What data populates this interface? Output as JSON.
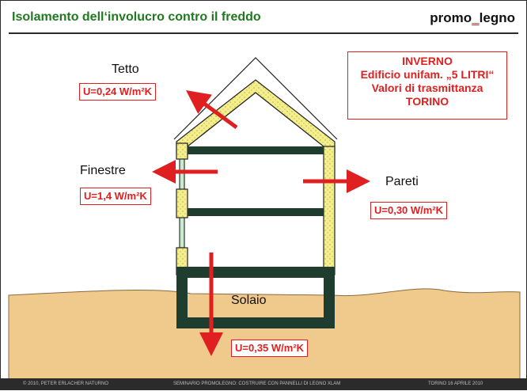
{
  "slide": {
    "title": "Isolamento dell‘involucro contro il freddo",
    "brand": {
      "part1": "promo",
      "part2": "legno"
    },
    "info_box": [
      "INVERNO",
      "Edificio unifam. „5 LITRI“",
      "Valori di trasmittanza",
      "TORINO"
    ],
    "labels": {
      "roof": "Tetto",
      "windows": "Finestre",
      "walls": "Pareti",
      "floor": "Solaio"
    },
    "u_values": {
      "roof": "U=0,24 W/m²K",
      "windows": "U=1,4 W/m²K",
      "walls": "U=0,30 W/m²K",
      "floor": "U=0,35 W/m²K"
    },
    "footer": {
      "left": "© 2010, PETER ERLACHER NATURNO",
      "center": "SEMINARIO PROMOLEGNO: COSTRUIRE CON PANNELLI DI LEGNO XLAM",
      "right": "TORINO 16 APRILE 2010"
    }
  },
  "colors": {
    "title_green": "#1f7a1f",
    "accent_red": "#e02020",
    "insulation_yellow": "#f4ef8e",
    "structure_green": "#1f3d2f",
    "ground": "#f0c98c"
  }
}
